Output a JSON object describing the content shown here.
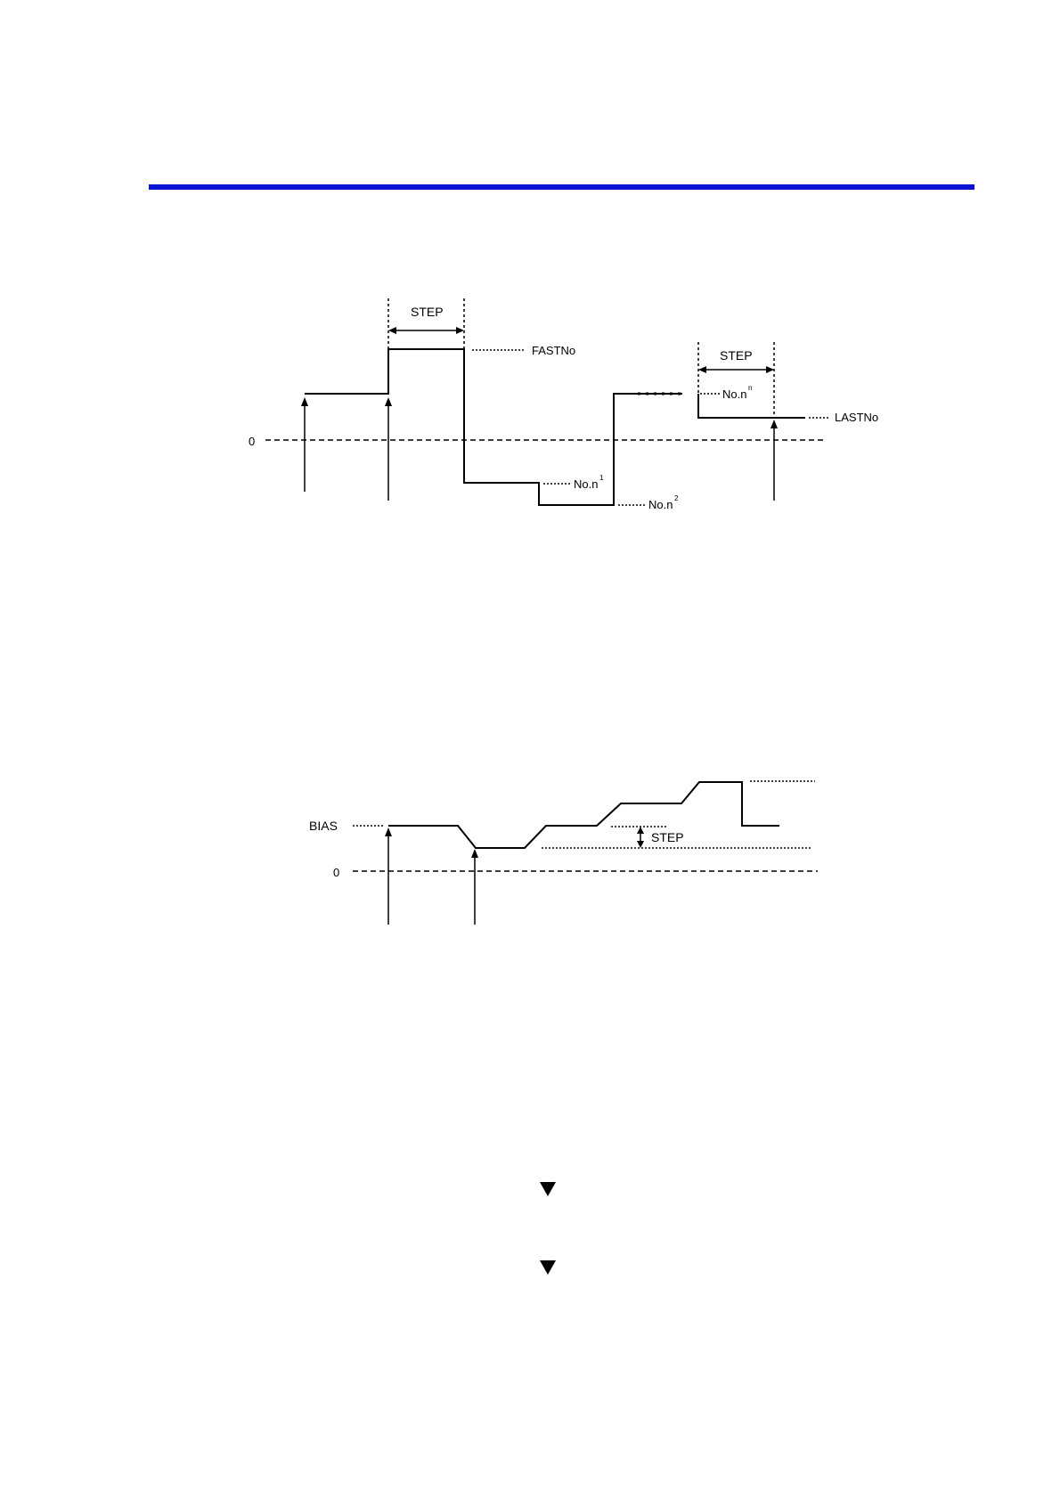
{
  "colors": {
    "header_rule": "#0a14d4",
    "line": "#000000"
  },
  "diagram1": {
    "step_label_1": "STEP",
    "step_label_2": "STEP",
    "fast_label": "FASTNo",
    "last_label": "LASTNo",
    "zero_label": "0",
    "n1_label": "No.n",
    "n1_sup": "1",
    "n2_label": "No.n",
    "n2_sup": "2",
    "nn_label": "No.n",
    "nn_sup": "n"
  },
  "diagram2": {
    "bias_label": "BIAS",
    "step_label": "STEP",
    "zero_label": "0"
  },
  "markers": {
    "icon": "down-triangle-icon"
  }
}
